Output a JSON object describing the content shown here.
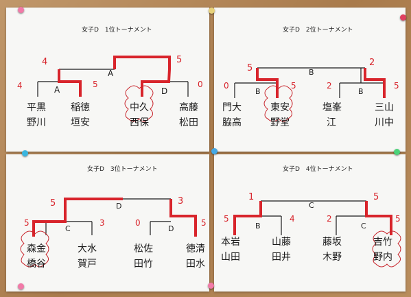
{
  "sheets": [
    {
      "title": "女子D　1位トーナメント",
      "teams": [
        {
          "l1": "平黒",
          "l2": "野川"
        },
        {
          "l1": "稲徳",
          "l2": "垣安"
        },
        {
          "l1": "中久",
          "l2": "西保"
        },
        {
          "l1": "高藤",
          "l2": "松田"
        }
      ],
      "scores": [
        "4",
        "5",
        "4",
        "5",
        "0"
      ],
      "marks": [
        "A",
        "A",
        "D"
      ]
    },
    {
      "title": "女子D　2位トーナメント",
      "teams": [
        {
          "l1": "門大",
          "l2": "脇高"
        },
        {
          "l1": "東安",
          "l2": "野堂"
        },
        {
          "l1": "塩峯",
          "l2": "江"
        },
        {
          "l1": "三山",
          "l2": "川中"
        }
      ],
      "scores": [
        "5",
        "2",
        "0",
        "5",
        "2",
        "5"
      ],
      "marks": [
        "B",
        "B",
        "B"
      ]
    },
    {
      "title": "女子D　3位トーナメント",
      "teams": [
        {
          "l1": "森金",
          "l2": "橋谷"
        },
        {
          "l1": "大水",
          "l2": "賀戸"
        },
        {
          "l1": "松佐",
          "l2": "田竹"
        },
        {
          "l1": "徳清",
          "l2": "田水"
        }
      ],
      "scores": [
        "5",
        "3",
        "5",
        "3",
        "0",
        "5"
      ],
      "marks": [
        "D",
        "C",
        "D"
      ]
    },
    {
      "title": "女子D　4位トーナメント",
      "teams": [
        {
          "l1": "本岩",
          "l2": "山田"
        },
        {
          "l1": "山藤",
          "l2": "田井"
        },
        {
          "l1": "藤坂",
          "l2": "木野"
        },
        {
          "l1": "吉竹",
          "l2": "野内"
        }
      ],
      "scores": [
        "1",
        "5",
        "5",
        "4",
        "2",
        "5"
      ],
      "marks": [
        "C",
        "B",
        "C"
      ]
    }
  ],
  "colors": {
    "red": "#d8242b",
    "black": "#1a1a1a",
    "flower": "#c8242b"
  },
  "pins": [
    {
      "name": "pink-pin",
      "color": "#f27aa8"
    },
    {
      "name": "gold-pin",
      "color": "#e8d27a"
    },
    {
      "name": "red-pin",
      "color": "#e04060"
    },
    {
      "name": "cyan-pin",
      "color": "#3ab6e0"
    },
    {
      "name": "blue-pin",
      "color": "#45a9e6"
    },
    {
      "name": "green-pin",
      "color": "#4cd37a"
    },
    {
      "name": "pink-pin",
      "color": "#f27aa8"
    },
    {
      "name": "pink-pin",
      "color": "#f27aa8"
    }
  ]
}
